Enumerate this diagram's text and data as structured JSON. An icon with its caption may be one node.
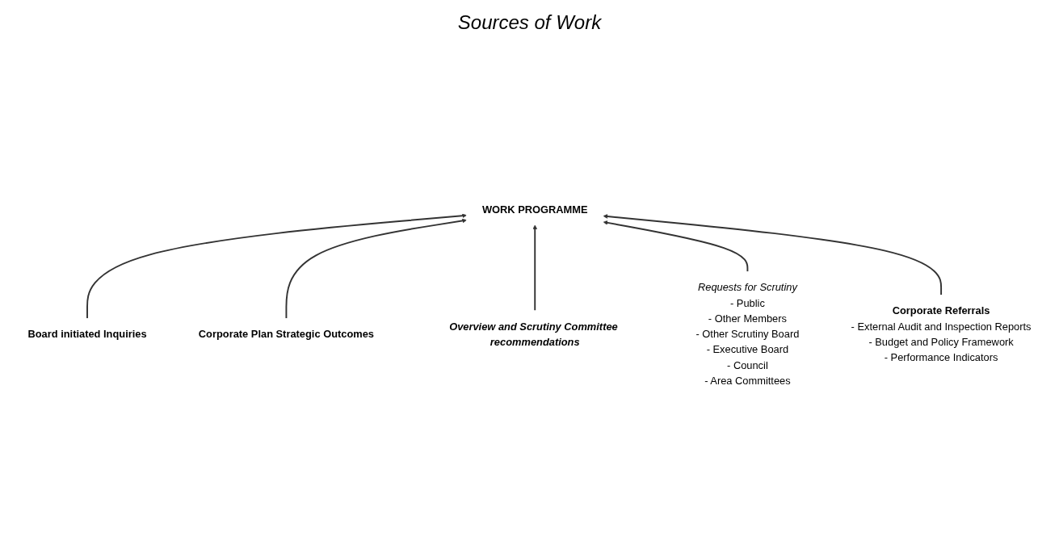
{
  "diagram": {
    "title": "Sources of Work",
    "nodes": [
      {
        "text": [
          "Board initiated Inquiries"
        ]
      },
      {
        "text": [
          "Corporate Plan Strategic Outcomes"
        ]
      },
      {
        "text": [
          "WORK PROGRAMME"
        ]
      },
      {
        "text": [
          "Overview and Scrutiny Committee recommendations"
        ]
      },
      {
        "text": [
          "Requests for Scrutiny",
          "- Public",
          "- Other Members",
          "- Other Scrutiny Board",
          "- Executive Board",
          "- Council",
          "- Area Committees"
        ]
      },
      {
        "text": [
          "Corporate Referrals",
          "- External Audit and Inspection Reports",
          "- Budget and Policy Framework",
          "- Performance Indicators"
        ]
      }
    ],
    "edges": [
      {
        "from": 0,
        "to": 2,
        "arrow": "to"
      },
      {
        "from": 1,
        "to": 2,
        "arrow": "to"
      },
      {
        "from": 3,
        "to": 2,
        "arrow": "to"
      },
      {
        "from": 4,
        "to": 2,
        "arrow": "to"
      },
      {
        "from": 5,
        "to": 2,
        "arrow": "to"
      }
    ]
  }
}
